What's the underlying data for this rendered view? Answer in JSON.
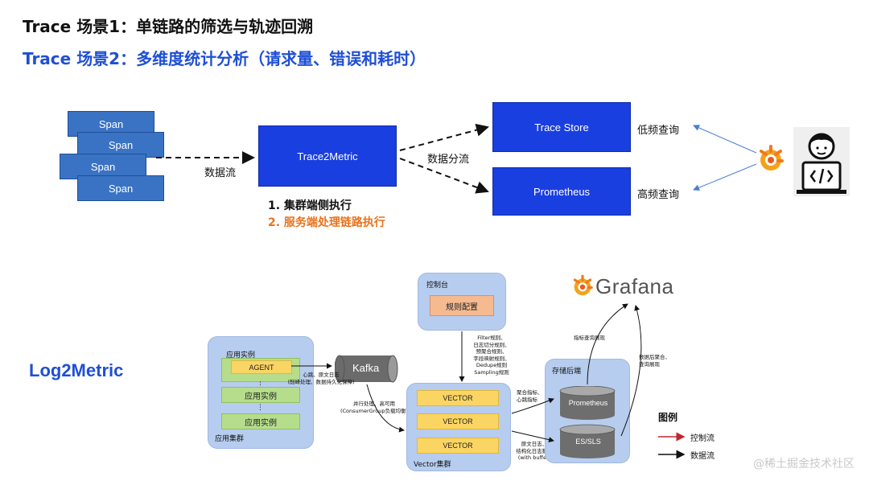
{
  "header": {
    "title1": "Trace 场景1：单链路的筛选与轨迹回溯",
    "title2": "Trace 场景2：多维度统计分析（请求量、错误和耗时）"
  },
  "top": {
    "spans": [
      "Span",
      "Span",
      "Span",
      "Span"
    ],
    "data_flow_label": "数据流",
    "trace2metric": "Trace2Metric",
    "data_split_label": "数据分流",
    "trace_store": "Trace Store",
    "prometheus": "Prometheus",
    "low_freq": "低频查询",
    "high_freq": "高频查询",
    "step1": "1. 集群端侧执行",
    "step2": "2. 服务端处理链路执行"
  },
  "bottom": {
    "log2metric": "Log2Metric",
    "app_cluster": {
      "title": "应用集群",
      "instance_label": "应用实例",
      "agent": "AGENT",
      "instance2": "应用实例",
      "instance3": "应用实例",
      "dots1": "⋮",
      "dots2": "⋮"
    },
    "kafka": "Kafka",
    "agent_note": [
      "心跳、原文日志",
      "(削峰处理、数据持久化保障)"
    ],
    "kafka_note": [
      "并行处理、高可用",
      "(ConsumerGroup负载均衡)"
    ],
    "console": {
      "title": "控制台",
      "rule_config": "规则配置"
    },
    "rules_note": [
      "Filter规则、",
      "日志切分规则、",
      "预聚合规则、",
      "字段映射规则、",
      "Dedupe规则",
      "Sampling规则"
    ],
    "vector_cluster": {
      "title": "Vector集群",
      "nodes": [
        "VECTOR",
        "VECTOR",
        "VECTOR"
      ]
    },
    "storage": {
      "title": "存储后端",
      "prometheus": "Prometheus",
      "es_sls": "ES/SLS"
    },
    "agg_note": [
      "聚合指标、",
      "心跳指标"
    ],
    "raw_note": [
      "原文日志、",
      "结构化日志数据",
      "(with buffer)"
    ],
    "grafana": "Grafana",
    "metric_query_note": "指标查询展现",
    "data_query_note": [
      "数据后聚合、",
      "查询展现"
    ],
    "legend": {
      "title": "图例",
      "control_flow": "控制流",
      "data_flow": "数据流"
    }
  },
  "watermark": "@稀土掘金技术社区",
  "colors": {
    "title_blue": "#1f4fd6",
    "box_blue": "#1a3fe0",
    "span_blue": "#3a73c4",
    "orange": "#e8731c",
    "panel": "#b7cdef",
    "control_flow": "#c0272d",
    "data_flow": "#111111"
  }
}
